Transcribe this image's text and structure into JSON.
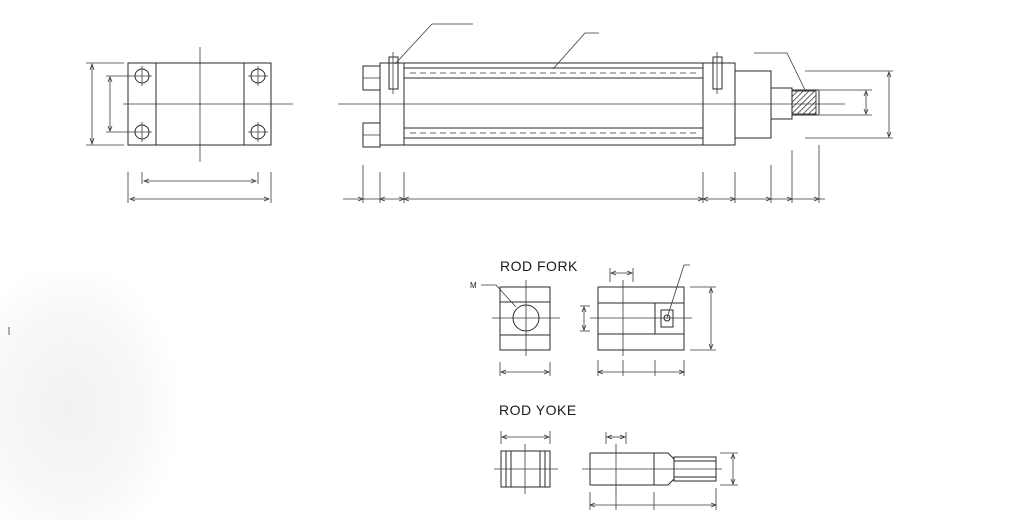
{
  "labels": {
    "rod_fork": "ROD FORK",
    "rod_yoke": "ROD YOKE",
    "thread_m": "M"
  }
}
